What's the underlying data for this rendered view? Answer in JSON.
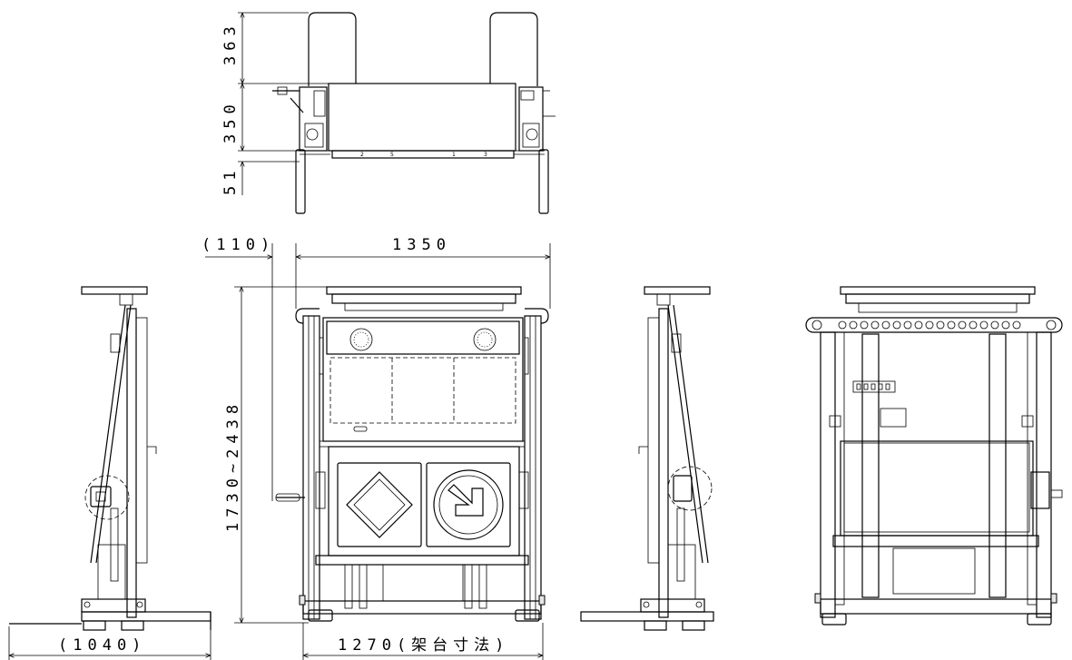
{
  "drawing": {
    "title": "",
    "dimensions": {
      "top_height_upper": "363",
      "top_height_middle": "350",
      "top_height_lower": "51",
      "front_offset": "(110)",
      "front_width": "1350",
      "front_height_range": "1730~2438",
      "base_width": "1270(架台寸法)",
      "side_depth": "(1040)"
    },
    "views": [
      "top-view",
      "side-view-left",
      "front-view",
      "side-view-right",
      "rear-view"
    ]
  }
}
